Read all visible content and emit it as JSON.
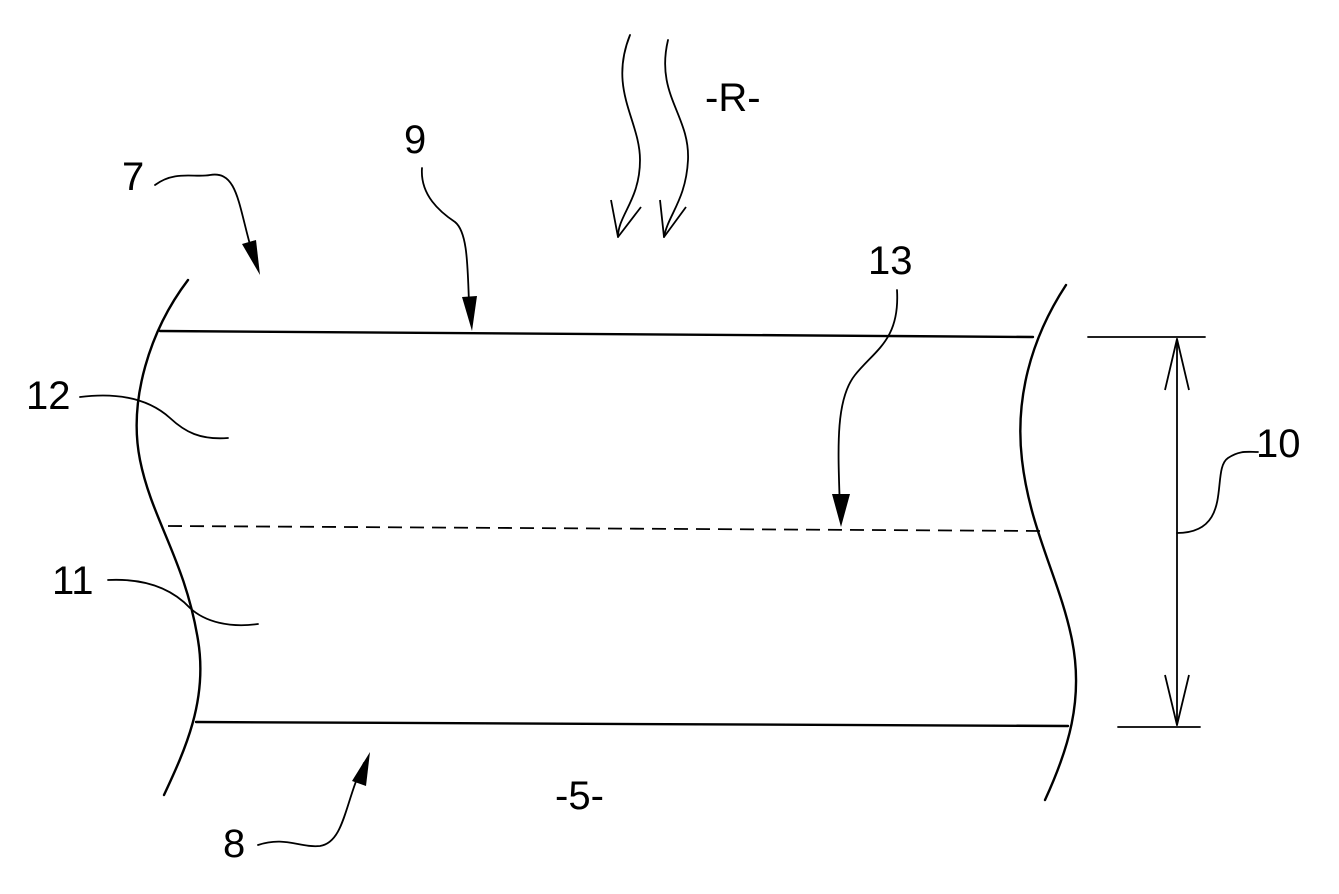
{
  "labels": {
    "radiation": "-R-",
    "region_5": "-5-",
    "ref_7": "7",
    "ref_8": "8",
    "ref_9": "9",
    "ref_10": "10",
    "ref_11": "11",
    "ref_12": "12",
    "ref_13": "13"
  }
}
